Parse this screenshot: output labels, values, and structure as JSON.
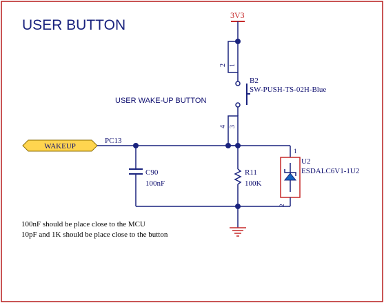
{
  "title": "USER BUTTON",
  "annotation": "USER WAKE-UP BUTTON",
  "power": {
    "net": "3V3"
  },
  "port": {
    "label": "WAKEUP"
  },
  "net": {
    "pc13": "PC13"
  },
  "switch": {
    "designator": "B2",
    "part": "SW-PUSH-TS-02H-Blue",
    "pins": [
      "2",
      "1",
      "4",
      "3"
    ]
  },
  "capacitor": {
    "designator": "C90",
    "value": "100nF"
  },
  "resistor": {
    "designator": "R11",
    "value": "100K"
  },
  "tvs": {
    "designator": "U2",
    "part": "ESDALC6V1-1U2",
    "pins": [
      "1",
      "2"
    ]
  },
  "notes": [
    "100nF should be place close to the MCU",
    "10pF and 1K should be place close to the button"
  ],
  "colors": {
    "wire": "#1a237e",
    "component": "#c62828",
    "text": "#101070",
    "title": "#1a237e",
    "border": "#b71c1c",
    "port_fill": "#ffd54f",
    "port_stroke": "#8d6e00",
    "tvs_fill": "#1565c0"
  }
}
